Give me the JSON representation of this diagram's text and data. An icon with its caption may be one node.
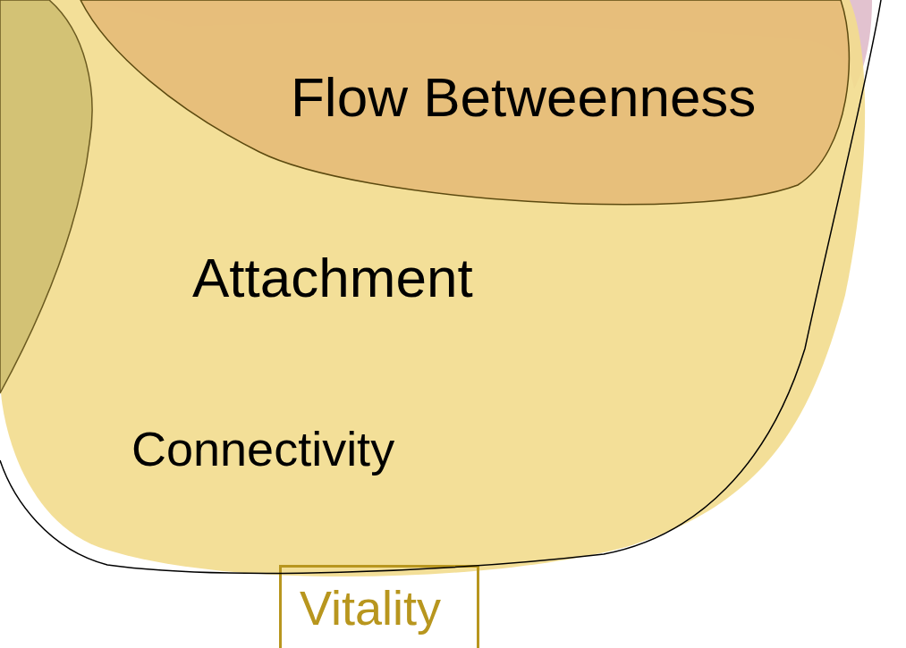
{
  "diagram": {
    "nodes": [
      {
        "text": [
          "Attachment",
          "Connectivity"
        ]
      },
      {
        "text": [
          "Flow Betweenness"
        ],
        "in": 0
      },
      {
        "text": [
          "Vitality"
        ]
      }
    ],
    "edges": []
  }
}
